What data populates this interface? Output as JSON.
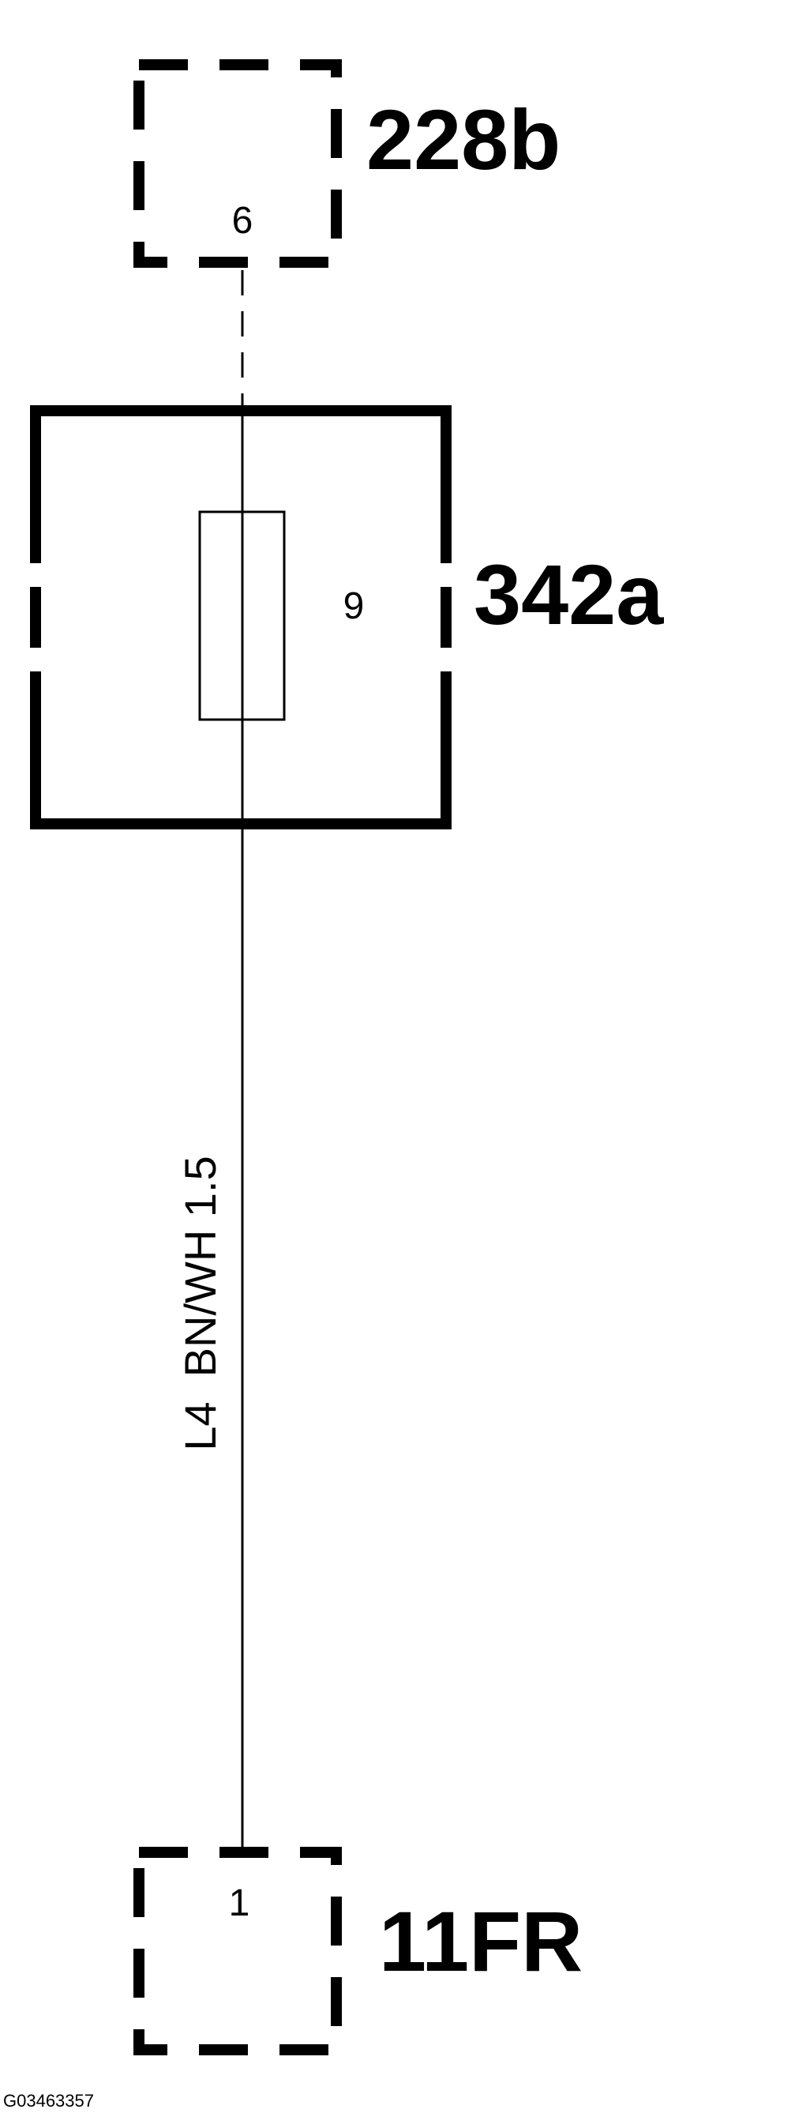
{
  "components": {
    "top_connector": {
      "id": "228b",
      "pin": "6"
    },
    "fuse_box": {
      "id": "342a",
      "pin": "9"
    },
    "bottom_connector": {
      "id": "11FR",
      "pin": "1"
    }
  },
  "wire": {
    "label": "L4  BN/WH 1.5"
  },
  "reference": "G03463357",
  "colors": {
    "stroke": "#000000",
    "background": "#ffffff"
  }
}
